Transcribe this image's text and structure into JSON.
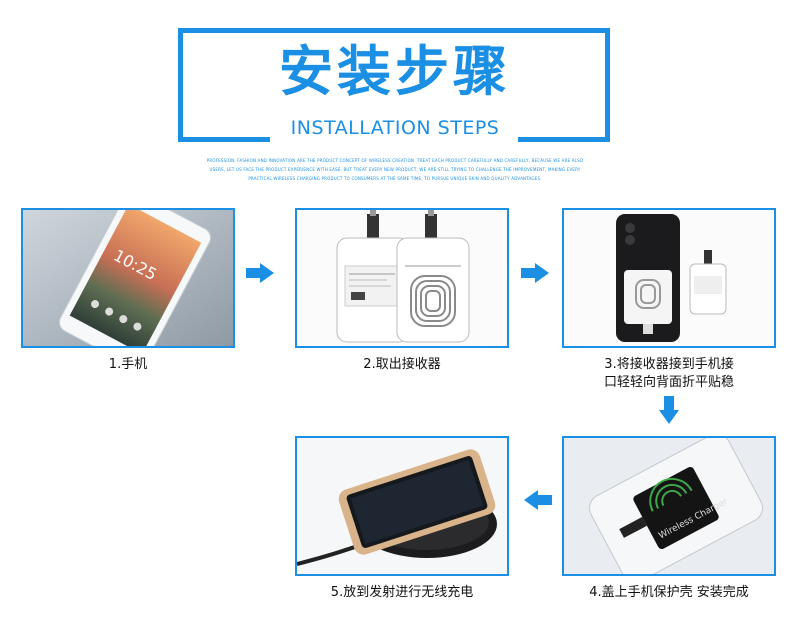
{
  "header": {
    "title_cn": "安装步骤",
    "title_en": "INSTALLATION STEPS",
    "tagline": [
      "PROFESSION, FASHION AND INNOVATION ARE THE PRODUCT CONCEPT OF WIRELESS CREATION. TREAT EACH PRODUCT CAREFULLY AND CAREFULLY, BECAUSE WE ARE ALSO",
      "USERS, LET US FACE THE PRODUCT EXPERIENCE WITH EASE, BUT TREAT EVERY NEW PRODUCT, WE ARE STILL TRYING TO CHALLENGE THE IMPROVEMENT, MAKING EVERY",
      "PRACTICAL WIRELESS CHARGING PRODUCT TO CONSUMERS AT THE SAME TIME, TO PURSUE UNIQUE SKIN AND QUALITY ADVANTAGES."
    ]
  },
  "steps": [
    {
      "caption": "1.手机",
      "image": "white-smartphone-photo"
    },
    {
      "caption": "2.取出接收器",
      "image": "receiver-patches-photo"
    },
    {
      "caption_lines": [
        "3.将接收器接到手机接",
        "口轻轻向背面折平贴稳"
      ],
      "image": "receiver-attached-to-phone-photo"
    },
    {
      "caption": "4.盖上手机保护壳  安装完成",
      "image": "phone-with-case-photo"
    },
    {
      "caption": "5.放到发射进行无线充电",
      "image": "phone-on-charging-pad-photo"
    }
  ],
  "receiver_label": "Wireless Charger",
  "colors": {
    "accent": "#1a8fe3",
    "text": "#111111",
    "background": "#ffffff"
  },
  "icons": [
    "arrow-right-icon",
    "arrow-down-icon",
    "arrow-left-icon"
  ]
}
